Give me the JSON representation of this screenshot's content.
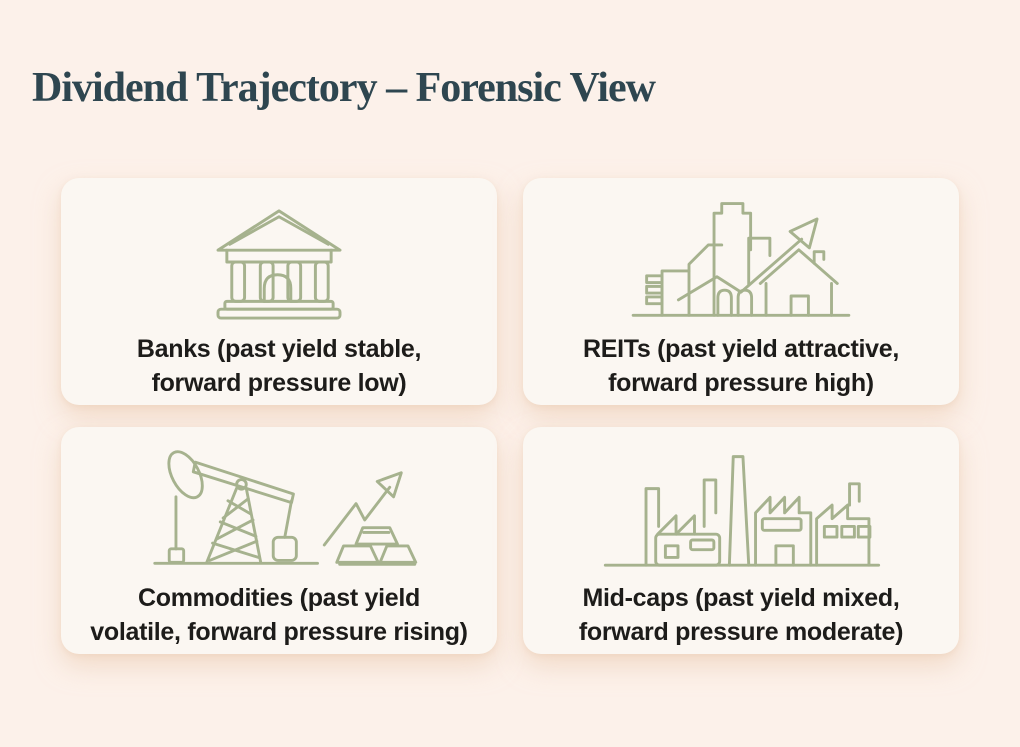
{
  "page": {
    "title": "Dividend Trajectory – Forensic View"
  },
  "colors": {
    "background": "#fcf1ea",
    "card_background": "#fbf7f2",
    "icon_stroke": "#a6b28e",
    "title_text": "#2e4650",
    "label_text": "#1d1c1a",
    "card_shadow": "rgba(233,200,173,0.55)"
  },
  "cards": [
    {
      "name": "banks",
      "icon": "bank-building-icon",
      "lines": [
        "Banks (past yield stable,",
        "forward pressure low)"
      ]
    },
    {
      "name": "reits",
      "icon": "reit-buildings-growth-icon",
      "lines": [
        "REITs (past yield attractive,",
        "forward pressure high)"
      ]
    },
    {
      "name": "commodities",
      "icon": "oil-pump-gold-ingots-icon",
      "lines": [
        "Commodities (past yield",
        "volatile, forward pressure rising)"
      ]
    },
    {
      "name": "midcaps",
      "icon": "factory-icon",
      "lines": [
        "Mid-caps (past yield mixed,",
        "forward pressure moderate)"
      ]
    }
  ]
}
